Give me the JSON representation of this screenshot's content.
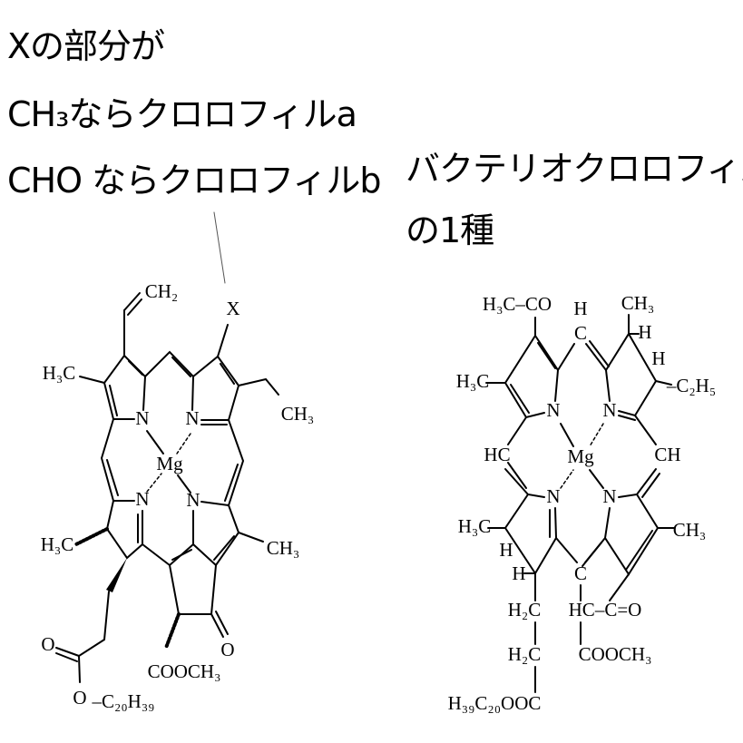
{
  "captions": {
    "left_line1": "Xの部分が",
    "left_line2": "CH₃ならクロロフィルa",
    "left_line3": "CHO ならクロロフィルb",
    "right_line1": "バクテリオクロロフィル",
    "right_line2": "の1種"
  },
  "chlorophyll": {
    "ch2": "CH₂",
    "x": "X",
    "h3c_top": "H₃C",
    "ch3_ethyl": "CH₃",
    "n1": "N",
    "n2": "N",
    "n3": "N",
    "n4": "N",
    "mg": "Mg",
    "h3c_bottom": "H₃C",
    "ch3_right": "CH₃",
    "o_ketone": "O",
    "cooch3": "COOCH₃",
    "o_ester": "O",
    "o_link": "O",
    "c20h39": "–C₂₀H₃₉"
  },
  "bacteriochlorophyll": {
    "h3c_co": "H₃C–CO",
    "h_top": "H",
    "c_top": "C",
    "ch3_top": "CH₃",
    "h1": "H",
    "h2": "H",
    "c2h5": "–C₂H₅",
    "h3c_left": "H₃C",
    "n1": "N",
    "n2": "N",
    "n3": "N",
    "n4": "N",
    "hc_left": "HC",
    "ch_right": "CH",
    "mg": "Mg",
    "h3c_lower": "H₃C",
    "h3": "H",
    "h4": "H",
    "ch3_right": "CH₃",
    "c_bottom": "C",
    "h2c_1": "H₂C",
    "hc_co": "HC–C=O",
    "h2c_2": "H₂C",
    "cooch3": "COOCH₃",
    "ester": "H₃₉C₂₀OOC"
  }
}
